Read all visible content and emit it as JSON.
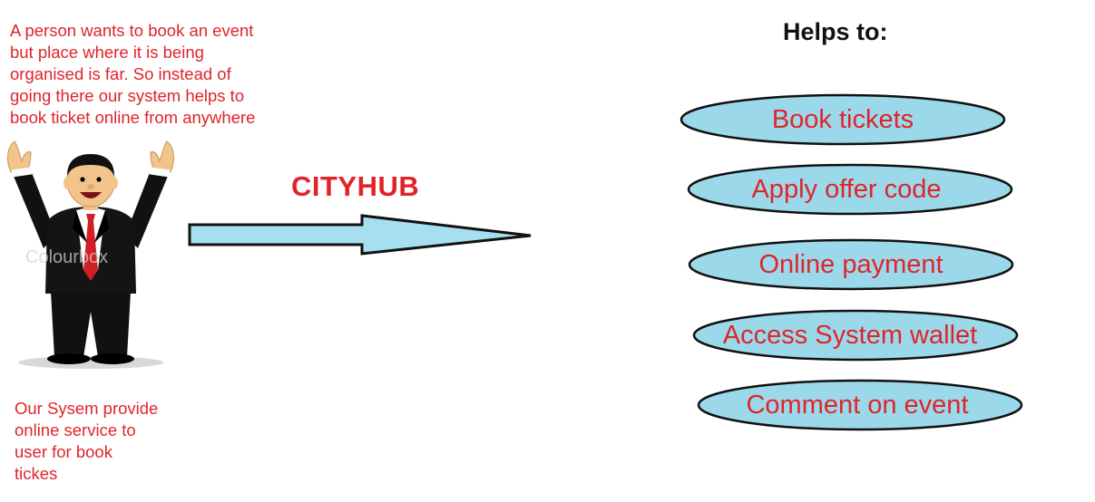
{
  "intro": "A person wants to book an event\nbut place where it is being\norganised is far. So instead of\ngoing there our system helps to\nbook ticket online from anywhere",
  "brand": "CITYHUB",
  "helps_heading": "Helps to:",
  "footer_note": "Our Sysem provide\nonline service to\nuser for book\ntickes",
  "watermark": "Colourbox",
  "features": [
    {
      "label": "Book tickets"
    },
    {
      "label": "Apply offer code"
    },
    {
      "label": "Online payment"
    },
    {
      "label": "Access System wallet"
    },
    {
      "label": "Comment on event"
    }
  ],
  "colors": {
    "text_red": "#e0242a",
    "ellipse_fill": "#9bd9ea",
    "arrow_fill": "#a6dff0",
    "outline": "#111111"
  }
}
